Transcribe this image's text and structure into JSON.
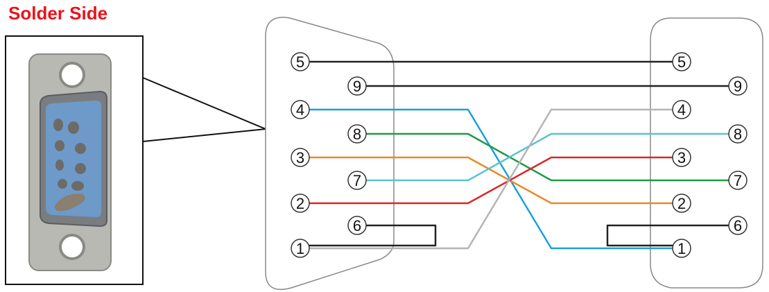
{
  "title": "Solder Side",
  "photo_icon": "db9-connector-solder-side-photo",
  "colors": {
    "title": "#e8141b",
    "black": "#222222",
    "blue": "#1aa0dc",
    "green": "#1e9a4a",
    "orange": "#e8892a",
    "cyan": "#5ac3cc",
    "red": "#d7282a",
    "gray": "#b4b4b4"
  },
  "left_connector": {
    "pins": [
      {
        "pin": "5",
        "label": "5"
      },
      {
        "pin": "9",
        "label": "9"
      },
      {
        "pin": "4",
        "label": "4"
      },
      {
        "pin": "8",
        "label": "8"
      },
      {
        "pin": "3",
        "label": "3"
      },
      {
        "pin": "7",
        "label": "7"
      },
      {
        "pin": "2",
        "label": "2"
      },
      {
        "pin": "6",
        "label": "6"
      },
      {
        "pin": "1",
        "label": "1"
      }
    ]
  },
  "right_connector": {
    "pins": [
      {
        "pin": "5",
        "label": "5"
      },
      {
        "pin": "9",
        "label": "9"
      },
      {
        "pin": "4",
        "label": "4"
      },
      {
        "pin": "8",
        "label": "8"
      },
      {
        "pin": "3",
        "label": "3"
      },
      {
        "pin": "7",
        "label": "7"
      },
      {
        "pin": "2",
        "label": "2"
      },
      {
        "pin": "6",
        "label": "6"
      },
      {
        "pin": "1",
        "label": "1"
      }
    ]
  },
  "connections": [
    {
      "from": "5",
      "to": "5",
      "color": "black"
    },
    {
      "from": "9",
      "to": "9",
      "color": "black"
    },
    {
      "from": "4",
      "to": "1",
      "color": "blue"
    },
    {
      "from": "8",
      "to": "7",
      "color": "green"
    },
    {
      "from": "3",
      "to": "2",
      "color": "orange"
    },
    {
      "from": "7",
      "to": "8",
      "color": "cyan"
    },
    {
      "from": "2",
      "to": "3",
      "color": "red"
    },
    {
      "from": "1",
      "to": "4",
      "color": "gray"
    }
  ],
  "loopbacks": [
    {
      "side": "left",
      "pins": [
        "6",
        "1"
      ],
      "color": "black"
    },
    {
      "side": "right",
      "pins": [
        "6",
        "1"
      ],
      "color": "black"
    }
  ]
}
